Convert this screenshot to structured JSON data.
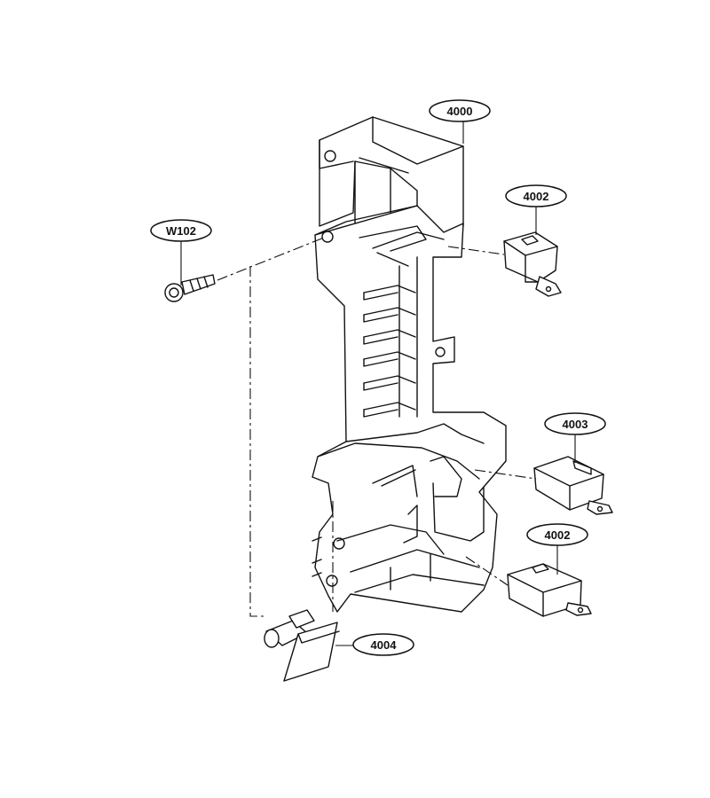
{
  "callouts": {
    "housing": "4000",
    "switch_upper": "4002",
    "switch_middle": "4003",
    "switch_lower": "4002",
    "lever": "4004",
    "screw": "W102"
  }
}
